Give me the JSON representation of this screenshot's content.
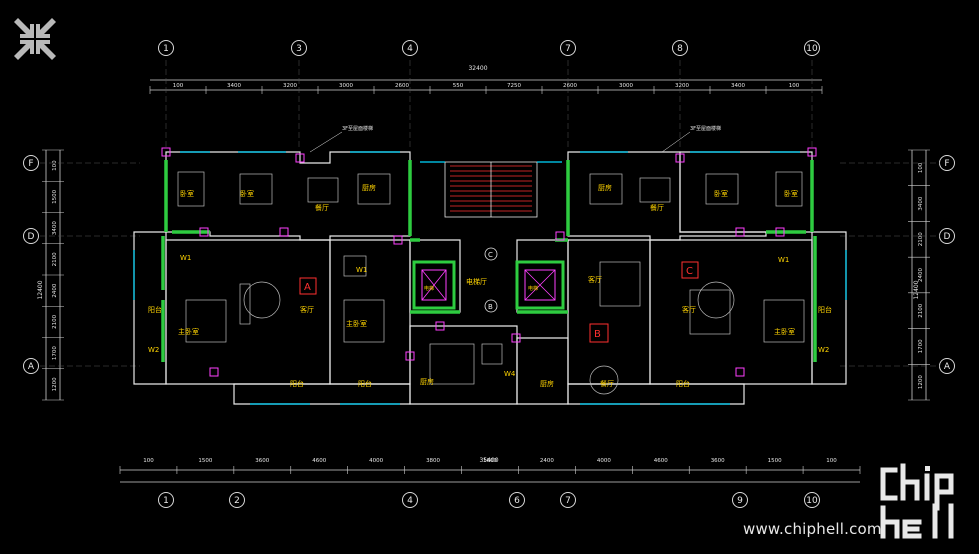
{
  "axes": {
    "top": [
      "1",
      "3",
      "4",
      "7",
      "8",
      "10"
    ],
    "bottom": [
      "1",
      "2",
      "4",
      "6",
      "7",
      "9",
      "10"
    ],
    "left": [
      "F",
      "D",
      "A"
    ],
    "right": [
      "F",
      "D",
      "A"
    ]
  },
  "dims": {
    "top_total": "32400",
    "top_chain": [
      "100",
      "3400",
      "3200",
      "3000",
      "2600",
      "550",
      "7250",
      "2600",
      "3000",
      "3200",
      "3400",
      "100"
    ],
    "bottom_total": "35400",
    "bottom_chain": [
      "100",
      "1500",
      "3600",
      "4600",
      "4000",
      "3800",
      "1600",
      "2400",
      "4000",
      "4600",
      "3600",
      "1500",
      "100"
    ],
    "left_total": "12400",
    "left_chain": [
      "100",
      "1500",
      "3400",
      "2100",
      "2400",
      "2100",
      "1700",
      "1200"
    ],
    "right_total": "12400",
    "right_chain": [
      "100",
      "3400",
      "2100",
      "2400",
      "2100",
      "1700",
      "1200"
    ]
  },
  "units": {
    "a": "A",
    "b": "B",
    "c": "C"
  },
  "rooms": {
    "bedroom": "卧室",
    "master_bedroom": "主卧室",
    "living": "客厅",
    "dining": "餐厅",
    "kitchen": "厨房",
    "balcony": "阳台",
    "w1": "W1",
    "w2": "W2",
    "w4": "W4",
    "elevator_hall": "电梯厅",
    "elevator": "电梯",
    "note_3f": "3F至屋面楼梯",
    "c_label": "C"
  },
  "watermark": {
    "url": "www.chiphell.com",
    "logo": "chip hell"
  },
  "colors": {
    "wall": "#2ecc40",
    "axis": "#d8d8d8",
    "dim": "#e0e0e0",
    "red": "#ff3030",
    "cyan": "#00d8ff",
    "magenta": "#ff40ff",
    "yellow": "#ffd400"
  }
}
